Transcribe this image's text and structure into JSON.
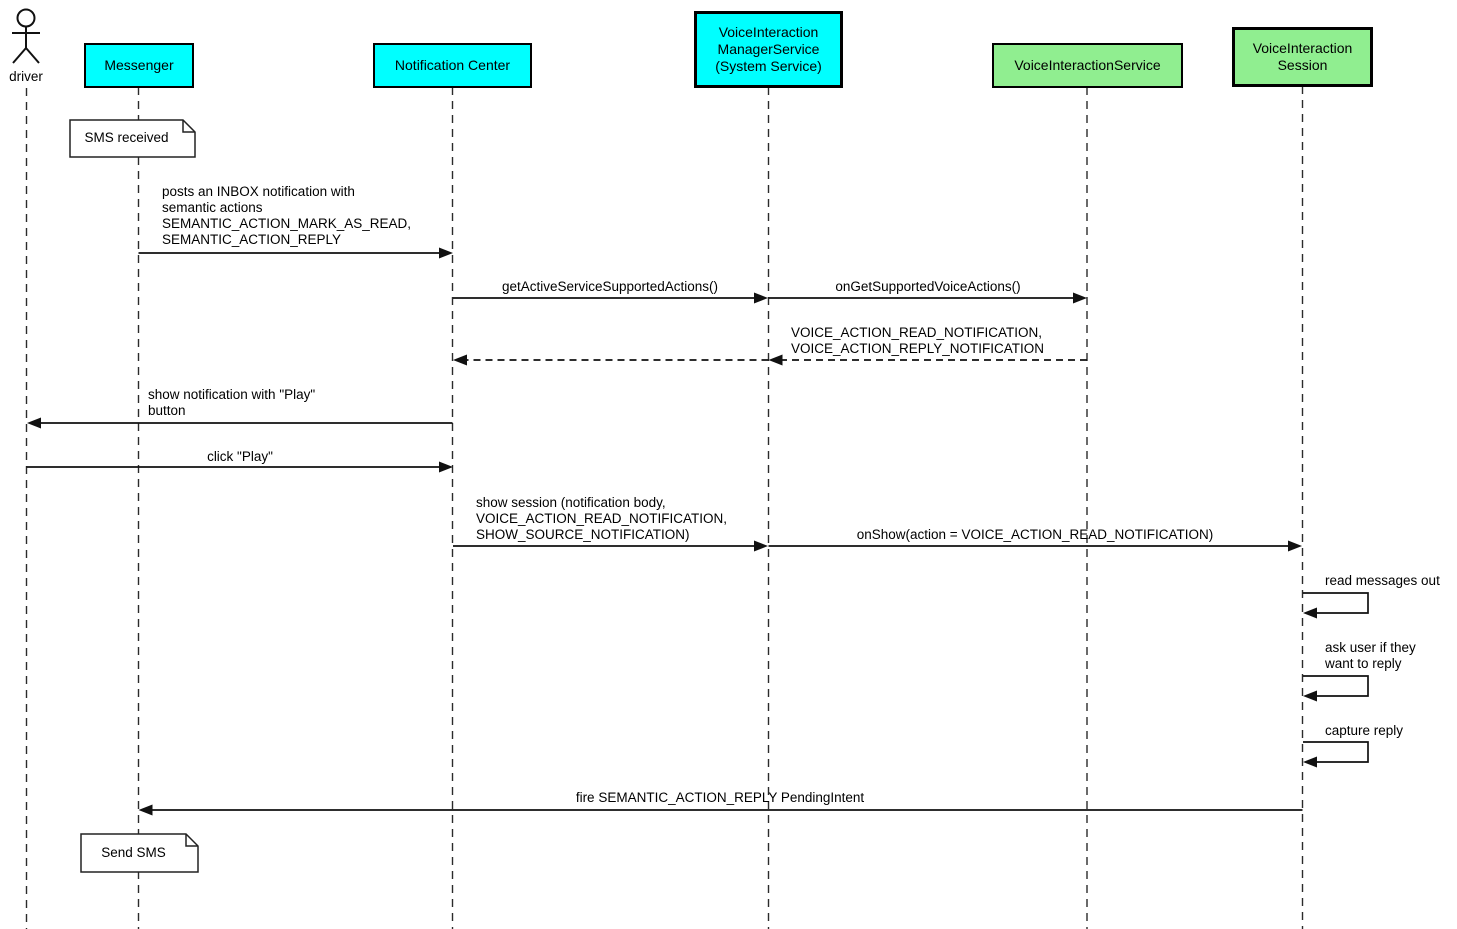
{
  "diagram": {
    "type": "uml-sequence-diagram",
    "actor": {
      "label": "driver"
    },
    "participants": [
      {
        "id": "messenger",
        "color": "#00FFFF",
        "lines": [
          "Messenger"
        ]
      },
      {
        "id": "notification-center",
        "color": "#00FFFF",
        "lines": [
          "Notification Center"
        ]
      },
      {
        "id": "voice-interaction-manager-service",
        "color": "#00FFFF",
        "lines": [
          "VoiceInteraction",
          "ManagerService",
          "(System Service)"
        ]
      },
      {
        "id": "voice-interaction-service",
        "color": "#90EE90",
        "lines": [
          "VoiceInteractionService"
        ]
      },
      {
        "id": "voice-interaction-session",
        "color": "#90EE90",
        "lines": [
          "VoiceInteraction",
          "Session"
        ]
      }
    ],
    "notes": [
      {
        "over": "Messenger",
        "text": "SMS received"
      },
      {
        "over": "Messenger",
        "text": "Send SMS"
      }
    ],
    "messages": [
      {
        "from": "Messenger",
        "to": "Notification Center",
        "style": "solid",
        "lines": [
          "posts an INBOX notification with",
          "semantic actions",
          "SEMANTIC_ACTION_MARK_AS_READ,",
          "SEMANTIC_ACTION_REPLY"
        ]
      },
      {
        "from": "Notification Center",
        "to": "VoiceInteractionManagerService",
        "style": "solid",
        "lines": [
          "getActiveServiceSupportedActions()"
        ]
      },
      {
        "from": "VoiceInteractionManagerService",
        "to": "VoiceInteractionService",
        "style": "solid",
        "lines": [
          "onGetSupportedVoiceActions()"
        ]
      },
      {
        "from": "VoiceInteractionService",
        "to": "VoiceInteractionManagerService",
        "style": "dashed",
        "lines": [
          "VOICE_ACTION_READ_NOTIFICATION,",
          "VOICE_ACTION_REPLY_NOTIFICATION"
        ]
      },
      {
        "from": "VoiceInteractionManagerService",
        "to": "Notification Center",
        "style": "dashed",
        "lines": []
      },
      {
        "from": "Notification Center",
        "to": "driver",
        "style": "solid",
        "lines": [
          "show notification with \"Play\"",
          "button"
        ]
      },
      {
        "from": "driver",
        "to": "Notification Center",
        "style": "solid",
        "lines": [
          "click \"Play\""
        ]
      },
      {
        "from": "Notification Center",
        "to": "VoiceInteractionManagerService",
        "style": "solid",
        "lines": [
          "show session (notification body,",
          "VOICE_ACTION_READ_NOTIFICATION,",
          "SHOW_SOURCE_NOTIFICATION)"
        ]
      },
      {
        "from": "VoiceInteractionManagerService",
        "to": "VoiceInteractionSession",
        "style": "solid",
        "lines": [
          "onShow(action = VOICE_ACTION_READ_NOTIFICATION)"
        ]
      },
      {
        "self": "VoiceInteractionSession",
        "style": "solid",
        "lines": [
          "read messages out"
        ]
      },
      {
        "self": "VoiceInteractionSession",
        "style": "solid",
        "lines": [
          "ask user if they",
          "want to reply"
        ]
      },
      {
        "self": "VoiceInteractionSession",
        "style": "solid",
        "lines": [
          "capture reply"
        ]
      },
      {
        "from": "VoiceInteractionSession",
        "to": "Messenger",
        "style": "solid",
        "lines": [
          "fire SEMANTIC_ACTION_REPLY PendingIntent"
        ]
      }
    ],
    "colors": {
      "participant_cyan": "#00FFFF",
      "participant_green": "#90EE90",
      "line": "#111111",
      "background": "#FFFFFF"
    }
  }
}
